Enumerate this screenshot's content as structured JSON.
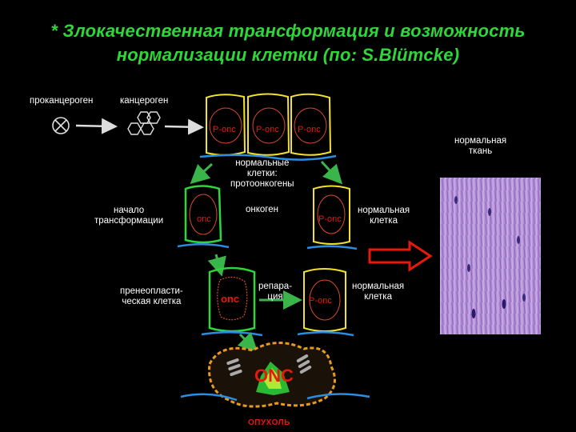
{
  "title": {
    "line1": "* Злокачественная трансформация и возможность",
    "line2": "нормализации клетки (по: S.Blümcke)"
  },
  "labels": {
    "procarcinogen": "проканцероген",
    "carcinogen": "канцероген",
    "normal_tissue": "нормальная\nткань",
    "normal_cells": "нормальные\nклетки:\nпротоонкогены",
    "transformation_start": "начало\nтрансформации",
    "oncogene": "онкоген",
    "normal_cell_1": "нормальная\nклетка",
    "preneoplastic_cell": "пренеопласти-\nческая клетка",
    "reparation": "репара-\nция",
    "normal_cell_2": "нормальная\nклетка",
    "tumor": "ОПУХОЛЬ"
  },
  "cell_labels": {
    "ponc": "P-onc",
    "onc": "onc",
    "onc_bold": "ONC"
  },
  "colors": {
    "title": "#2fd63a",
    "normal_cell_border": "#f2e22a",
    "transformed_cell_border": "#2fd63a",
    "arrow": "#39b54a",
    "oncogene_text": "#e8180a",
    "membrane": "#2a8de0",
    "tumor_border": "#e89a1e",
    "big_arrow": "#e8180a"
  },
  "icons": [
    "procarcinogen-icon",
    "carcinogen-hexagon-icon",
    "histology-image"
  ]
}
